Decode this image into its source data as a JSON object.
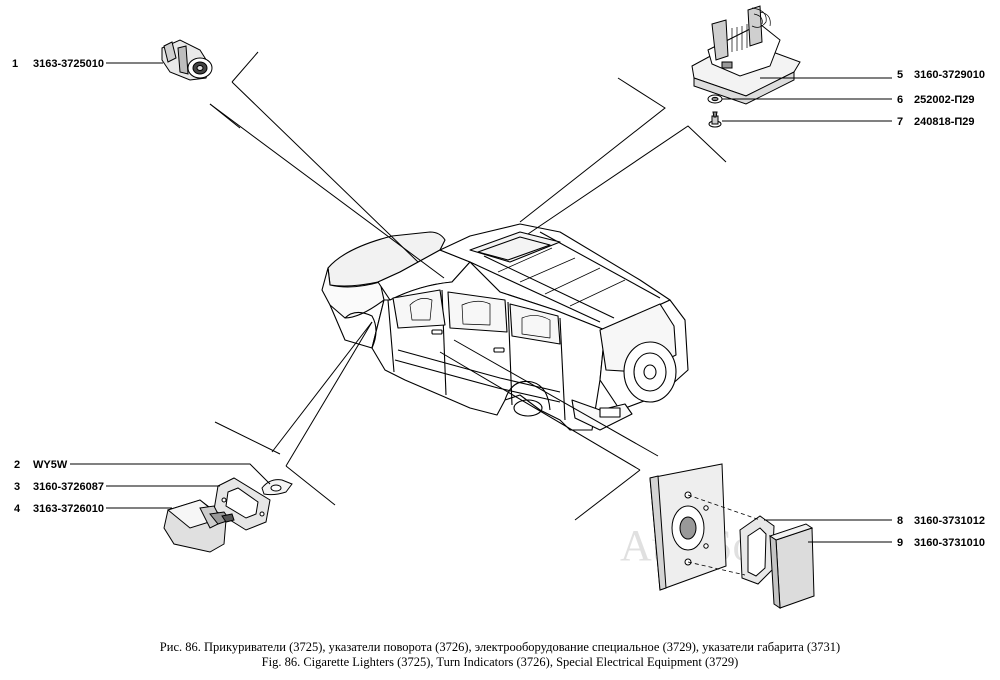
{
  "callouts": [
    {
      "num": "1",
      "code": "3163-3725010"
    },
    {
      "num": "2",
      "code": "WY5W"
    },
    {
      "num": "3",
      "code": "3160-3726087"
    },
    {
      "num": "4",
      "code": "3163-3726010"
    },
    {
      "num": "5",
      "code": "3160-3729010"
    },
    {
      "num": "6",
      "code": "252002-П29"
    },
    {
      "num": "7",
      "code": "240818-П29"
    },
    {
      "num": "8",
      "code": "3160-3731012"
    },
    {
      "num": "9",
      "code": "3160-3731010"
    }
  ],
  "watermark": "AutoSoft",
  "caption": {
    "ru": "Рис. 86. Прикуриватели (3725), указатели поворота (3726), электрооборудование специальное (3729), указатели габарита (3731)",
    "en": "Fig. 86. Cigarette Lighters (3725), Turn Indicators (3726), Special Electrical Equipment (3729)"
  }
}
